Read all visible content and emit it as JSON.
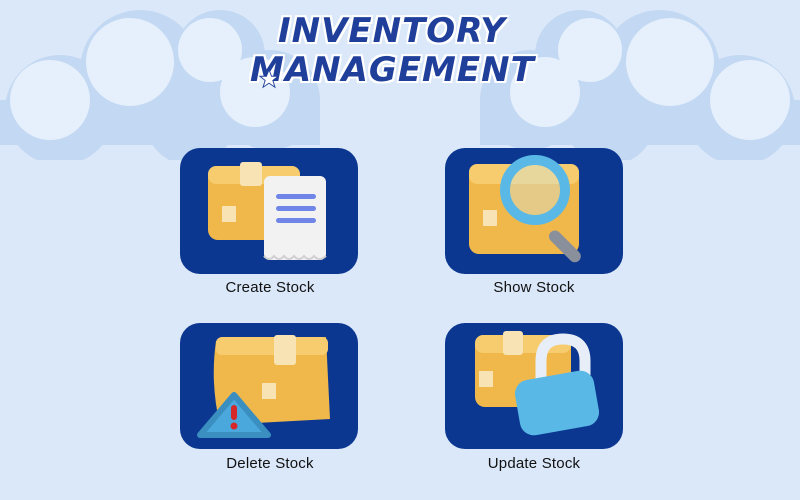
{
  "header": {
    "title_line1": "INVENTORY",
    "title_line2": "MANAGEMENT"
  },
  "actions": [
    {
      "label": "Create Stock",
      "icon": "box-with-receipt-icon"
    },
    {
      "label": "Show Stock",
      "icon": "box-with-magnifier-icon"
    },
    {
      "label": "Delete Stock",
      "icon": "damaged-box-warning-icon"
    },
    {
      "label": "Update Stock",
      "icon": "box-with-padlock-icon"
    }
  ],
  "colors": {
    "background": "#dbe8fa",
    "tile": "#0b3790",
    "title": "#1f3f9a",
    "box": "#f0b84a",
    "accent_blue": "#5ab8e6"
  }
}
